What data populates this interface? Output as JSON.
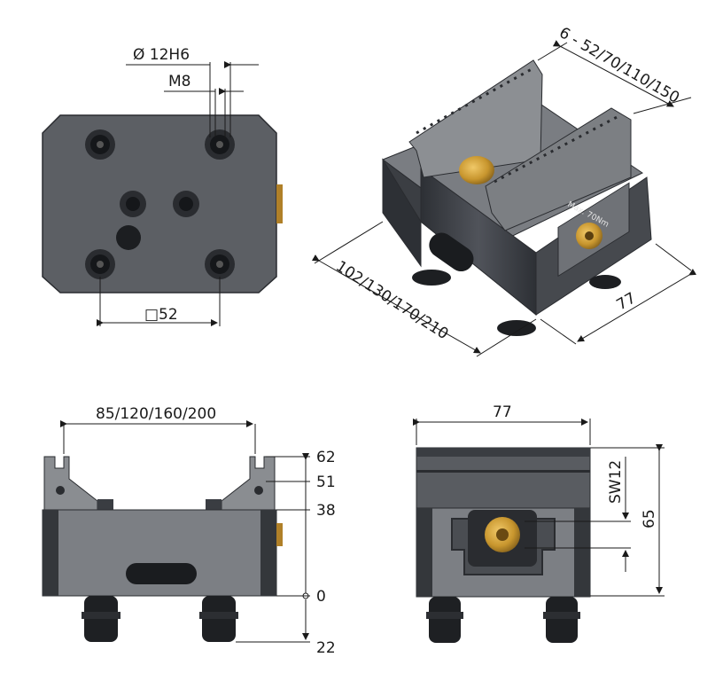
{
  "top_view": {
    "dia_label": "Ø 12H6",
    "thread_label": "M8",
    "square_label": "□52"
  },
  "iso_view": {
    "jaw_label": "6 - 52/70/110/150",
    "length_label": "102/130/170/210",
    "depth_label": "77",
    "torque_label": "Max. 70Nm"
  },
  "front_view": {
    "width_label": "85/120/160/200",
    "h62": "62",
    "h51": "51",
    "h38": "38",
    "h0": "0",
    "h22": "22"
  },
  "side_view": {
    "width_label": "77",
    "height_label": "65",
    "wrench_label": "SW12"
  },
  "colors": {
    "body": "#3a3d42",
    "steel": "#8a8d91",
    "brass": "#c8962e",
    "line": "#1a1a1a"
  }
}
